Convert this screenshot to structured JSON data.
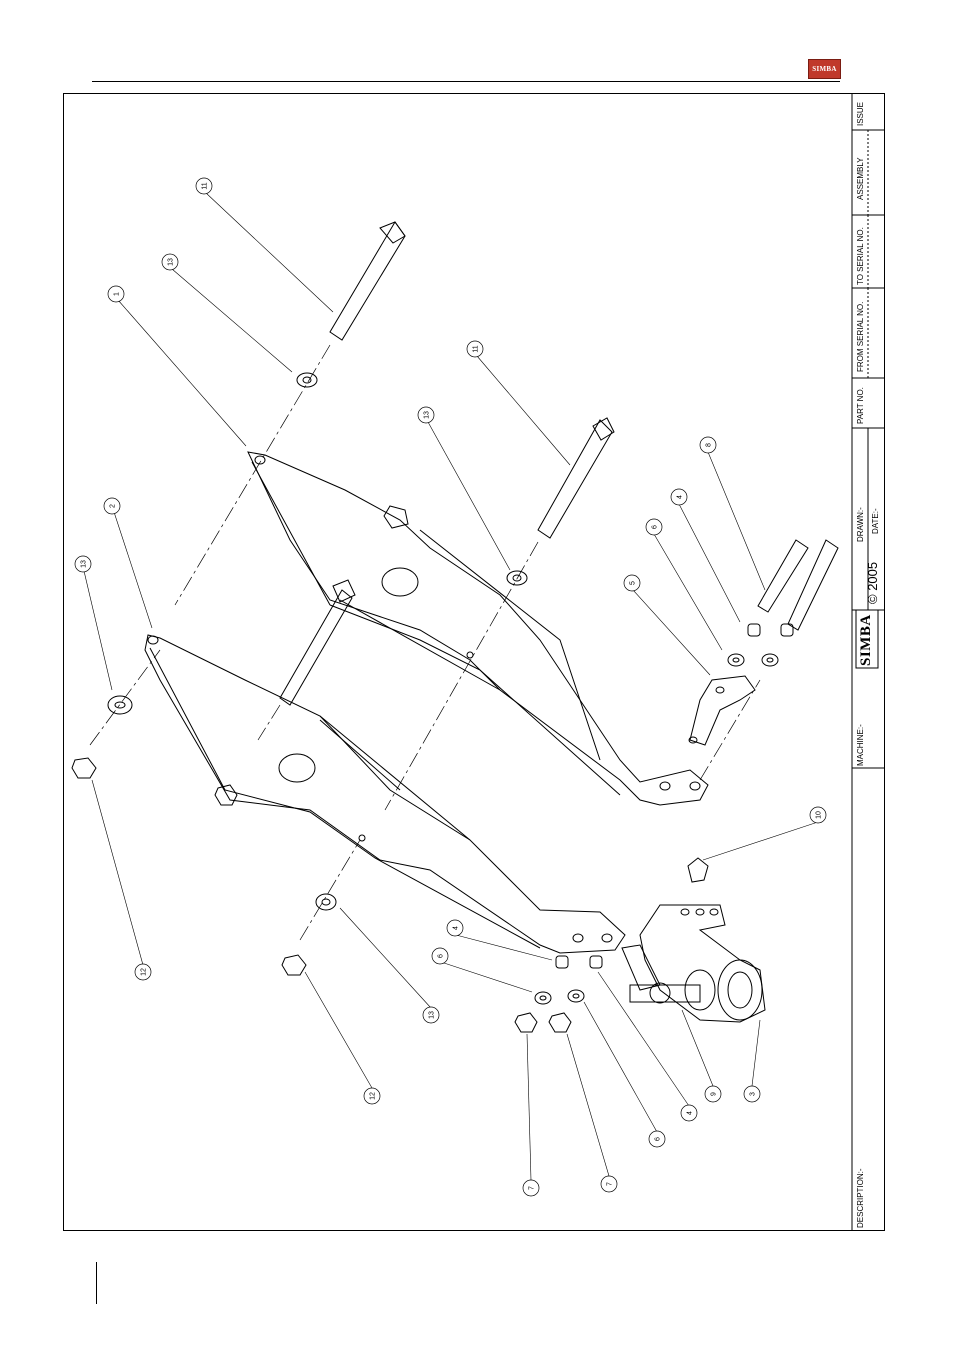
{
  "header": {
    "logo_text": "SIMBA"
  },
  "title_block": {
    "description_label": "DESCRIPTION:-",
    "machine_label": "MACHINE:-",
    "brand": "SIMBA",
    "copyright": "© 2005",
    "drawn_label": "DRAWN:-",
    "date_label": "DATE:-",
    "part_no_label": "PART NO.",
    "from_serial_label": "FROM SERIAL NO.",
    "to_serial_label": "TO SERIAL NO.",
    "assembly_label": "ASSEMBLY",
    "issue_label": "ISSUE"
  },
  "callouts": [
    "11",
    "13",
    "1",
    "11",
    "13",
    "8",
    "4",
    "6",
    "5",
    "2",
    "13",
    "10",
    "12",
    "4",
    "6",
    "13",
    "12",
    "7",
    "7",
    "6",
    "4",
    "9",
    "3"
  ]
}
